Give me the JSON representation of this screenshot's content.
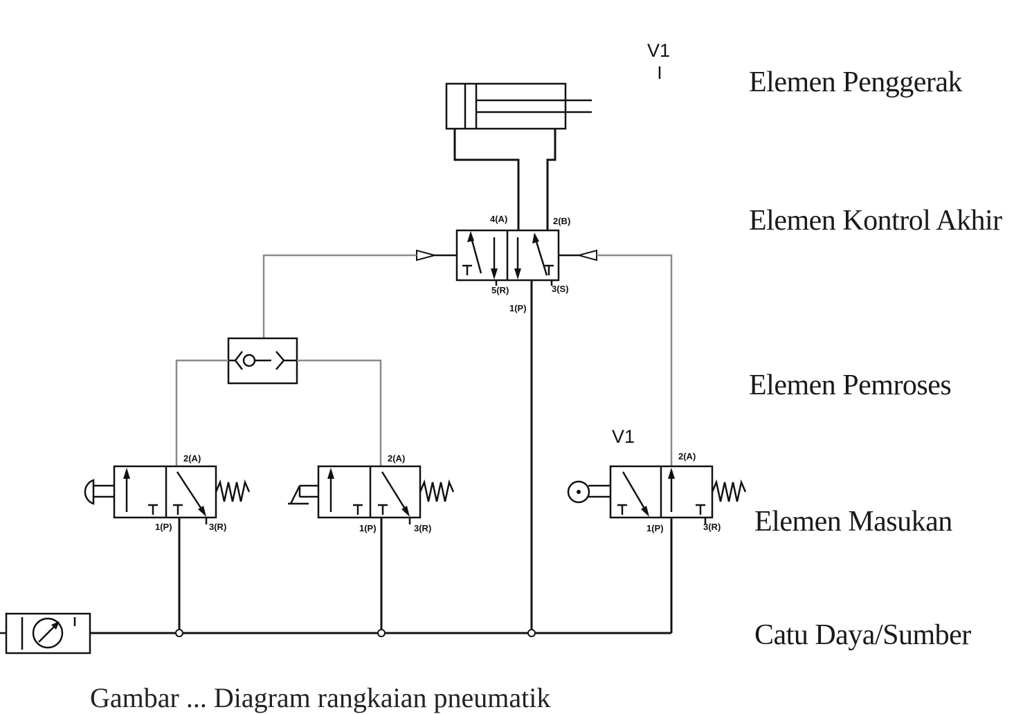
{
  "levels": [
    {
      "id": "actuator",
      "label": "Elemen Penggerak"
    },
    {
      "id": "final-control",
      "label": "Elemen Kontrol Akhir"
    },
    {
      "id": "processing",
      "label": "Elemen Pemroses"
    },
    {
      "id": "input",
      "label": "Elemen Masukan"
    },
    {
      "id": "supply",
      "label": "Catu Daya/Sumber"
    }
  ],
  "tags": {
    "cylinder_tag": "V1",
    "roller_valve_tag": "V1"
  },
  "ports": {
    "main_valve": {
      "a": "4(A)",
      "b": "2(B)",
      "r": "5(R)",
      "s": "3(S)",
      "p": "1(P)"
    },
    "valve_pushbutton": {
      "a": "2(A)",
      "p": "1(P)",
      "r": "3(R)"
    },
    "valve_pedal": {
      "a": "2(A)",
      "p": "1(P)",
      "r": "3(R)"
    },
    "valve_roller": {
      "a": "2(A)",
      "p": "1(P)",
      "r": "3(R)"
    }
  },
  "caption": "Gambar ... Diagram rangkaian pneumatik"
}
